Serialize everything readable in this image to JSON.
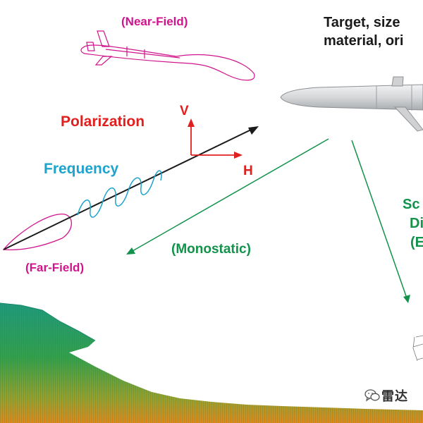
{
  "labels": {
    "near_field": "(Near-Field)",
    "polarization": "Polarization",
    "frequency": "Frequency",
    "v": "V",
    "h": "H",
    "far_field": "(Far-Field)",
    "monostatic": "(Monostatic)",
    "target_line1": "Target,  size",
    "target_line2": "material,  ori",
    "scatter_line1": "Sc",
    "scatter_line2": "Di",
    "scatter_line3": "(E"
  },
  "watermark": {
    "icon": "wechat-icon",
    "text": "雷达"
  },
  "colors": {
    "magenta": "#d0148c",
    "red": "#e0201e",
    "cyan": "#1ea4cc",
    "green": "#12924a",
    "black": "#1a1a1a",
    "missile": "#d7d9db",
    "terrain_green": "#2e9e58",
    "terrain_orange": "#dc8a1e"
  }
}
